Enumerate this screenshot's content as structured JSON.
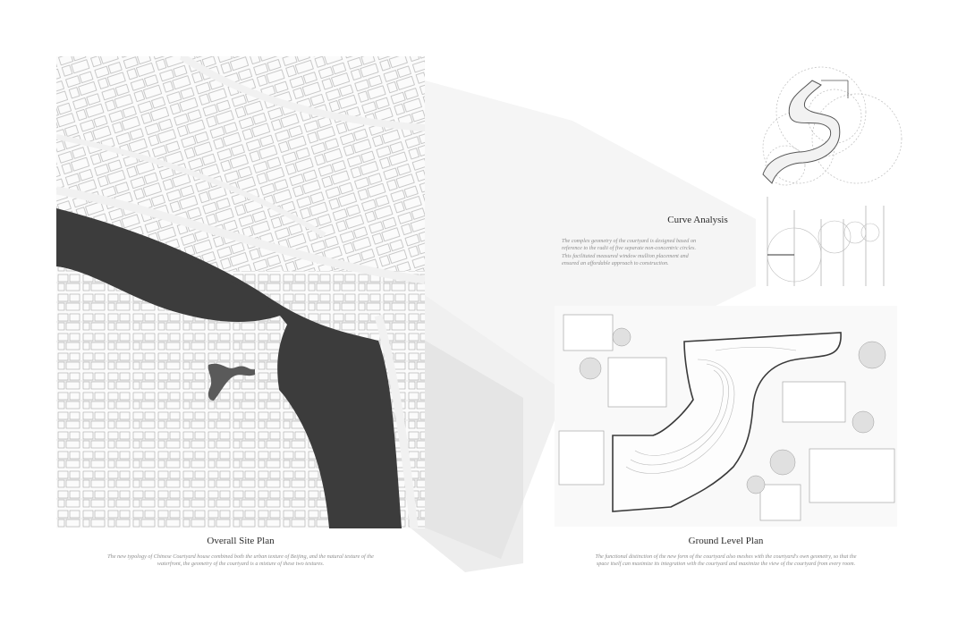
{
  "site_plan": {
    "title": "Overall Site Plan",
    "caption_lines": [
      "The new typology of Chinese Courtyard house combined both the urban texture of Beijing, and the natural texture of the",
      "waterfront, the geometry of the courtyard is a mixture of these two textures."
    ]
  },
  "curve_analysis": {
    "title": "Curve Analysis",
    "caption_lines": [
      "The complex geometry of the courtyard is designed based on",
      "reference to the radii of five separate non-concentric circles.",
      "This facilitated measured window mullion placement and",
      "ensured an affordable approach to construction."
    ]
  },
  "ground_plan": {
    "title": "Ground Level Plan",
    "caption_lines": [
      "The functional distinction of the new form of the courtyard also meshes with the courtyard's own geometry, so that the",
      "space itself can maximize its integration with the courtyard and maximize the view of the courtyard from every room."
    ]
  },
  "colors": {
    "water": "#3c3c3c",
    "road": "#f1f1f1",
    "block_fill": "#fbfbfb",
    "line": "#9a9a9a",
    "projection": "#d8d8d8"
  }
}
